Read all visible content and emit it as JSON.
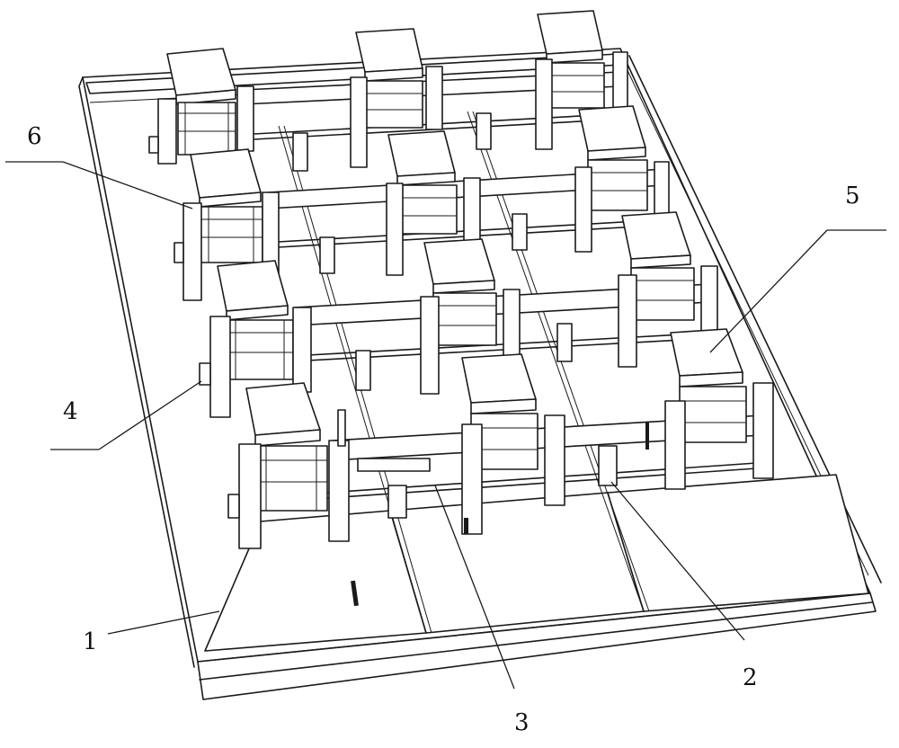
{
  "figure": {
    "colors": {
      "line": "#1a1a1a",
      "background": "#ffffff"
    },
    "callouts": [
      {
        "id": "c1",
        "label": "1"
      },
      {
        "id": "c2",
        "label": "2"
      },
      {
        "id": "c3",
        "label": "3"
      },
      {
        "id": "c4",
        "label": "4"
      },
      {
        "id": "c5",
        "label": "5"
      },
      {
        "id": "c6",
        "label": "6"
      }
    ]
  }
}
